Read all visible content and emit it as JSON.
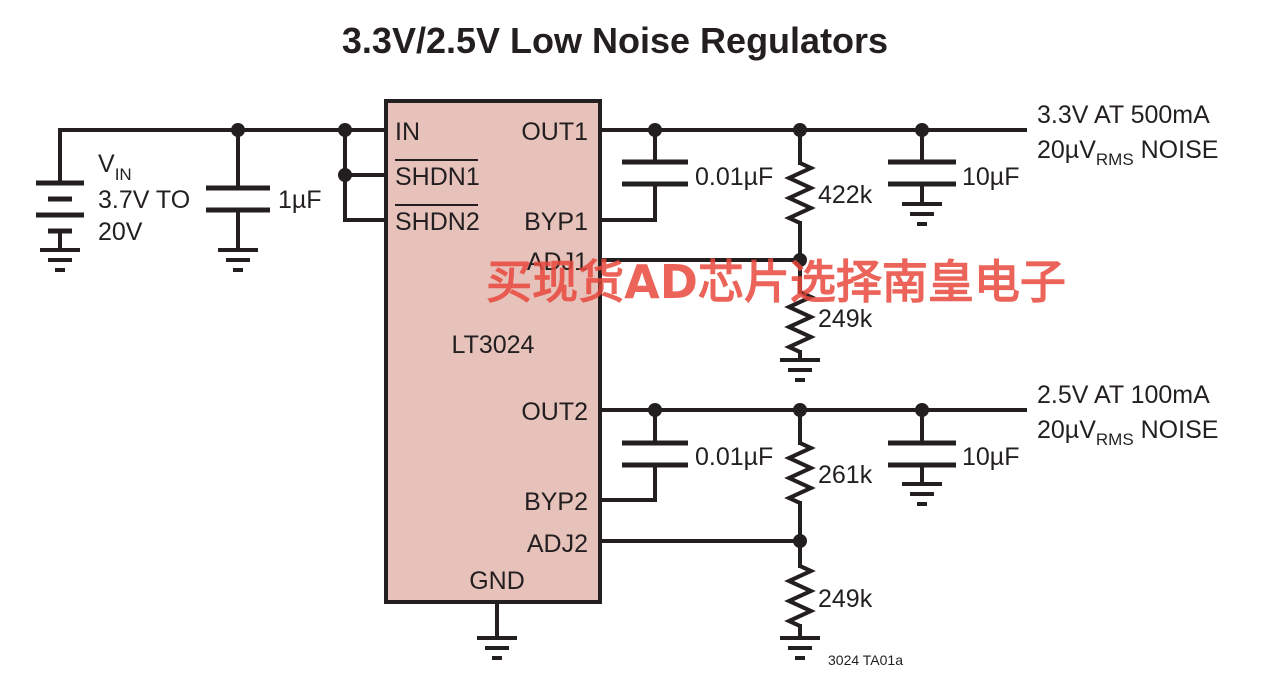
{
  "title": "3.3V/2.5V Low Noise Regulators",
  "chip": {
    "name": "LT3024",
    "pins": {
      "in": "IN",
      "shdn1": "SHDN1",
      "shdn2": "SHDN2",
      "out1": "OUT1",
      "byp1": "BYP1",
      "adj1": "ADJ1",
      "out2": "OUT2",
      "byp2": "BYP2",
      "adj2": "ADJ2",
      "gnd": "GND"
    },
    "fill_color": "#e6c2bb"
  },
  "source": {
    "v_label": "V",
    "v_sub": "IN",
    "range_line1": "3.7V TO",
    "range_line2": "20V"
  },
  "components": {
    "cin": "1µF",
    "cbyp1": "0.01µF",
    "cbyp2": "0.01µF",
    "cout1": "10µF",
    "cout2": "10µF",
    "r1_top": "422k",
    "r1_bot": "249k",
    "r2_top": "261k",
    "r2_bot": "249k"
  },
  "outputs": {
    "out1": {
      "line1": "3.3V AT 500mA",
      "noise_pre": "20µV",
      "noise_sub": "RMS",
      "noise_post": " NOISE"
    },
    "out2": {
      "line1": "2.5V AT 100mA",
      "noise_pre": "20µV",
      "noise_sub": "RMS",
      "noise_post": " NOISE"
    }
  },
  "figure_code": "3024 TA01a",
  "watermark": "买现货AD芯片选择南皇电子",
  "colors": {
    "wire": "#231f20",
    "watermark": "#e8483c"
  }
}
